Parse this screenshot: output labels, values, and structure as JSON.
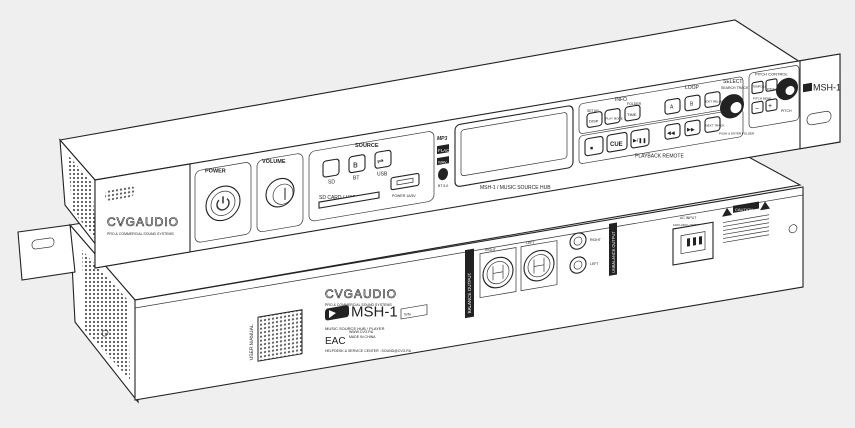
{
  "brand": {
    "name": "CVGAUDIO",
    "tagline": "PRO & COMMERCIAL SOUND SYSTEMS",
    "model": "MSH-1"
  },
  "front": {
    "power": "POWER",
    "volume": "VOLUME",
    "source": {
      "title": "SOURCE",
      "sd": "SD",
      "bt": "BT",
      "usb": "USB",
      "slot": "SD CARD / USB 2.0",
      "usb_port": "POWER 1A/5V"
    },
    "badges": {
      "mp3": "MP3",
      "flac": "FLAC",
      "wav": "WAV",
      "bt": "BT 5.0"
    },
    "display_label": "MSH-1 / MUSIC SOURCE HUB",
    "info": {
      "title": "INFO",
      "setup": "SETUP",
      "folder": "FOLDER",
      "disp": "DISP",
      "play_mode": "PLAY MODE",
      "time": "TIME"
    },
    "loop": {
      "title": "LOOP",
      "a": "A",
      "b": "B",
      "exit": "EXIT RELOOP"
    },
    "playback": {
      "title": "PLAYBACK REMOTE",
      "stop": "■",
      "cue": "CUE",
      "play": "▶/❚❚",
      "prev": "◀◀",
      "next": "▶▶",
      "next_track": "NEXT TRACK"
    },
    "select": {
      "title": "SELECT",
      "sub": "SEARCH TRACK",
      "bottom": "PUSH & ENTER FOLDER"
    },
    "pitch": {
      "title": "PITCH CONTROL",
      "tempo": "TEMPO LOCK",
      "pitch_btn": "PITCH",
      "bend": "PITCH BEND",
      "minus": "−",
      "plus": "+",
      "knob": "PITCH"
    }
  },
  "rear": {
    "user_manual": "USER MANUAL",
    "subtitle": "MUSIC SOURCE HUB / PLAYER",
    "sn": "S/N",
    "eac": "EAC",
    "origin1": "WWW.CVG.RU",
    "origin2": "MADE IN CHINA",
    "service": "HELPDESK & SERVICE CENTER : SOUND@CVG.RU",
    "balance_output": "BALANCE OUTPUT",
    "unbalance_output": "UNBALANCE OUTPUT",
    "right": "RIGHT",
    "left": "LEFT",
    "ac_input": "AC INPUT",
    "ac_spec": "100V-240V~ 50/60HZ 15W",
    "caution": "CAUTION"
  }
}
